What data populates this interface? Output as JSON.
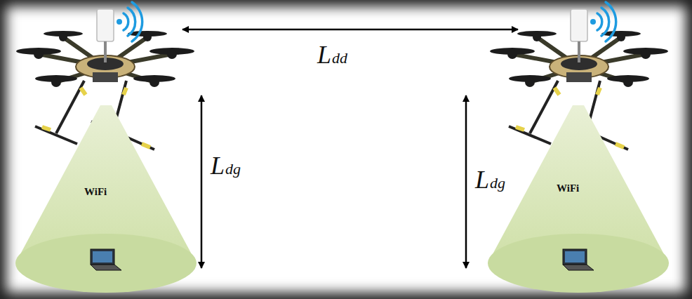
{
  "diagram": {
    "nodes": [
      {
        "text": [
          "WiFi"
        ]
      },
      {
        "text": [
          "WiFi"
        ]
      }
    ],
    "labels": [
      "Ldd",
      "Ldg",
      "Ldg"
    ]
  }
}
